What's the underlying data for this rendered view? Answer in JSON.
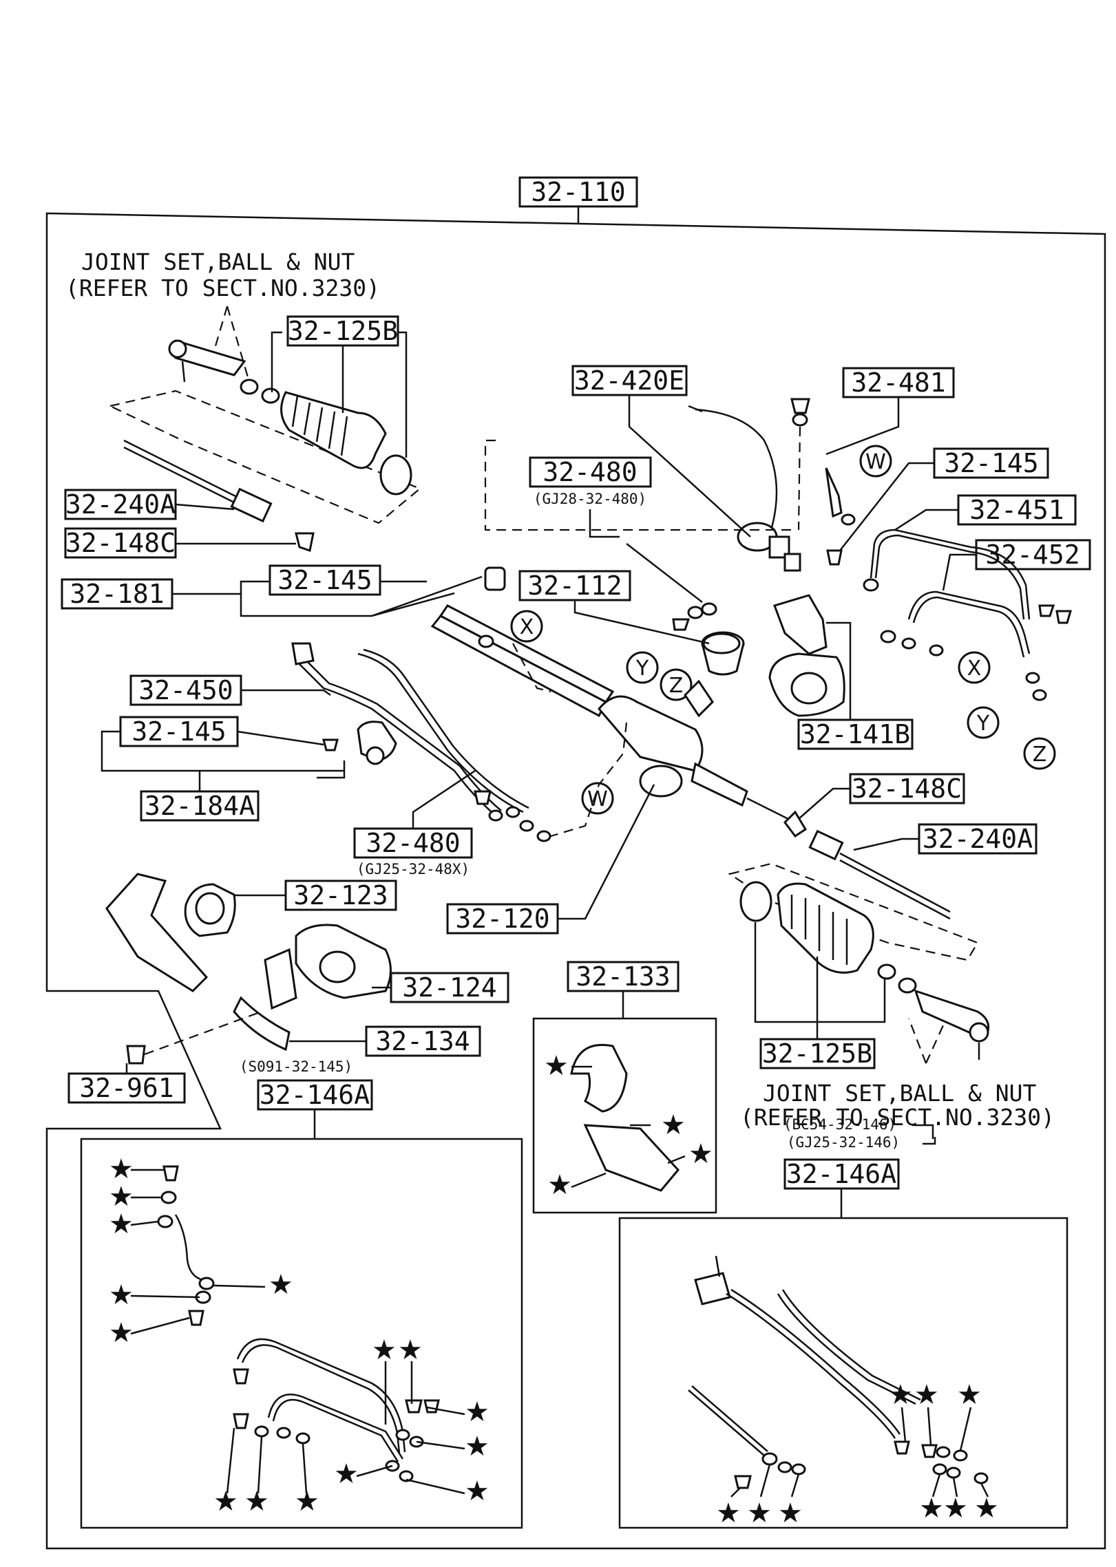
{
  "labels": {
    "l_32_110": "32-110",
    "l_32_125b_top": "32-125B",
    "l_32_240a_left": "32-240A",
    "l_32_148c_left": "32-148C",
    "l_32_181": "32-181",
    "l_32_145_a": "32-145",
    "l_32_420e": "32-420E",
    "l_32_481": "32-481",
    "l_32_480_top": "32-480",
    "l_32_145_b": "32-145",
    "l_32_451": "32-451",
    "l_32_452": "32-452",
    "l_32_112": "32-112",
    "l_32_450": "32-450",
    "l_32_145_c": "32-145",
    "l_32_184a": "32-184A",
    "l_32_141b": "32-141B",
    "l_32_148c_right": "32-148C",
    "l_32_240a_right": "32-240A",
    "l_32_480_mid": "32-480",
    "l_32_123": "32-123",
    "l_32_120": "32-120",
    "l_32_133": "32-133",
    "l_32_124": "32-124",
    "l_32_134": "32-134",
    "l_32_961": "32-961",
    "l_32_146a_left": "32-146A",
    "l_32_125b_bottom": "32-125B",
    "l_32_146a_right": "32-146A"
  },
  "sublabels": {
    "gj28": "(GJ28-32-480)",
    "gj25_48x": "(GJ25-32-48X)",
    "s091": "(S091-32-145)",
    "bc54": "(BC54-32-146)",
    "gj25_146": "(GJ25-32-146)"
  },
  "notes": {
    "joint_top_line1": "JOINT SET,BALL & NUT",
    "joint_top_line2": "(REFER TO SECT.NO.3230)",
    "joint_bottom_line1": "JOINT SET,BALL & NUT",
    "joint_bottom_line2": "(REFER TO SECT.NO.3230)"
  },
  "callouts": {
    "w": "W",
    "x": "X",
    "y": "Y",
    "z": "Z"
  },
  "star_symbol": "★"
}
